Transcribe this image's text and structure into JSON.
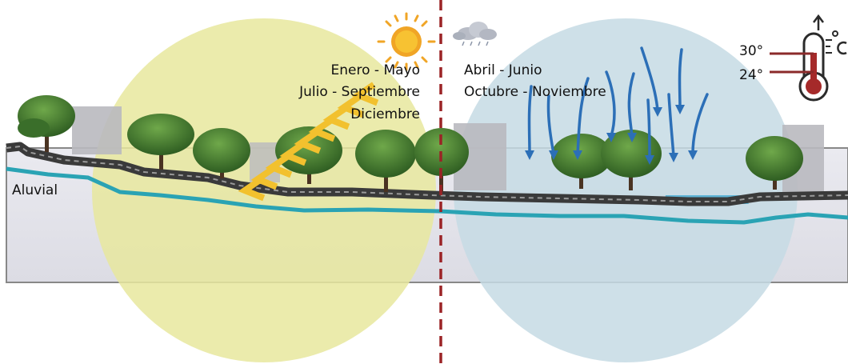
{
  "colors": {
    "dry_circle": "#e8e79e",
    "wet_circle": "#c6dbe4",
    "water_line": "#2aa3b4",
    "ground": "#3a3a3a",
    "divider": "#9b2326",
    "sun": "#f0a526",
    "rain_arrow": "#2c6fb7",
    "tree": "#3e7a2e",
    "thermometer": "#8b2a2a"
  },
  "dry_season": {
    "line1": "Enero - Mayo",
    "line2": "Julio - Septiembre",
    "line3": "Diciembre"
  },
  "wet_season": {
    "line1": "Abril - Junio",
    "line2": "Octubre - Noviembre"
  },
  "temperature": {
    "high": "30°",
    "low": "24°"
  },
  "soil_label": "Aluvial",
  "icons": [
    "sun-icon",
    "cloud-icon",
    "thermometer-icon",
    "heat-arrow-icon",
    "rain-arrow-icon",
    "tree-icon"
  ]
}
